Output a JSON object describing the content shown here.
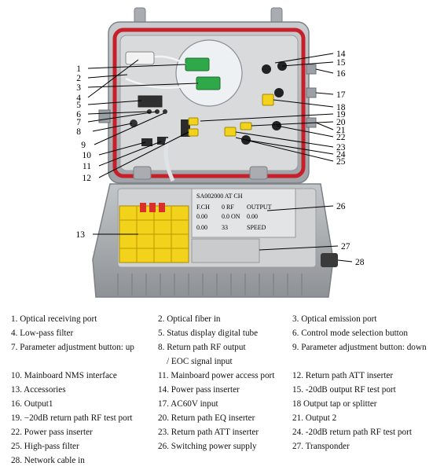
{
  "callouts": [
    "1",
    "2",
    "3",
    "4",
    "5",
    "6",
    "7",
    "8",
    "9",
    "10",
    "11",
    "12",
    "13",
    "14",
    "15",
    "16",
    "17",
    "18",
    "19",
    "20",
    "21",
    "22",
    "23",
    "24",
    "25",
    "26",
    "27",
    "28"
  ],
  "display_panel": {
    "header": "SA002000  AT CH",
    "row1": [
      "F.CH",
      "0   RF",
      "OUTPUT"
    ],
    "row2": [
      "0.00",
      "0.0 ON",
      "0.00"
    ],
    "row3": [
      "0.00",
      "33",
      "SPEED"
    ]
  },
  "legend": [
    {
      "text": "1. Optical receiving port"
    },
    {
      "text": "2. Optical fiber in"
    },
    {
      "text": "3. Optical emission port"
    },
    {
      "text": "4. Low-pass filter"
    },
    {
      "text": "5. Status display digital tube"
    },
    {
      "text": "6. Control mode selection button"
    },
    {
      "text": "7. Parameter adjustment button: up"
    },
    {
      "text": "8. Return path RF output"
    },
    {
      "text": "9. Parameter adjustment button: down"
    },
    {
      "text": "/ EOC signal input"
    },
    {
      "text": "10. Mainboard NMS interface"
    },
    {
      "text": "11. Mainboard power access port"
    },
    {
      "text": "12. Return path ATT inserter"
    },
    {
      "text": "13. Accessories"
    },
    {
      "text": "14. Power pass inserter"
    },
    {
      "text": "15. -20dB output RF test port"
    },
    {
      "text": "16. Output1"
    },
    {
      "text": "17. AC60V input"
    },
    {
      "text": "18 Output tap or splitter"
    },
    {
      "text": "19.  −20dB return path RF test port"
    },
    {
      "text": "20. Return path EQ inserter"
    },
    {
      "text": "21. Output 2"
    },
    {
      "text": "22. Power pass inserter"
    },
    {
      "text": "23. Return path ATT inserter"
    },
    {
      "text": "24. -20dB return path RF test port"
    },
    {
      "text": "25. High-pass filter"
    },
    {
      "text": "26. Switching power supply"
    },
    {
      "text": "27. Transponder"
    },
    {
      "text": "28. Network cable in"
    }
  ],
  "colors": {
    "housing": "#b9bcbf",
    "housing_dark": "#8d9094",
    "gasket": "#c8202a",
    "inner": "#dcdcdc",
    "connector_green": "#2fa84a",
    "module_yellow": "#f2d21b",
    "accessory_red": "#d9302a"
  }
}
